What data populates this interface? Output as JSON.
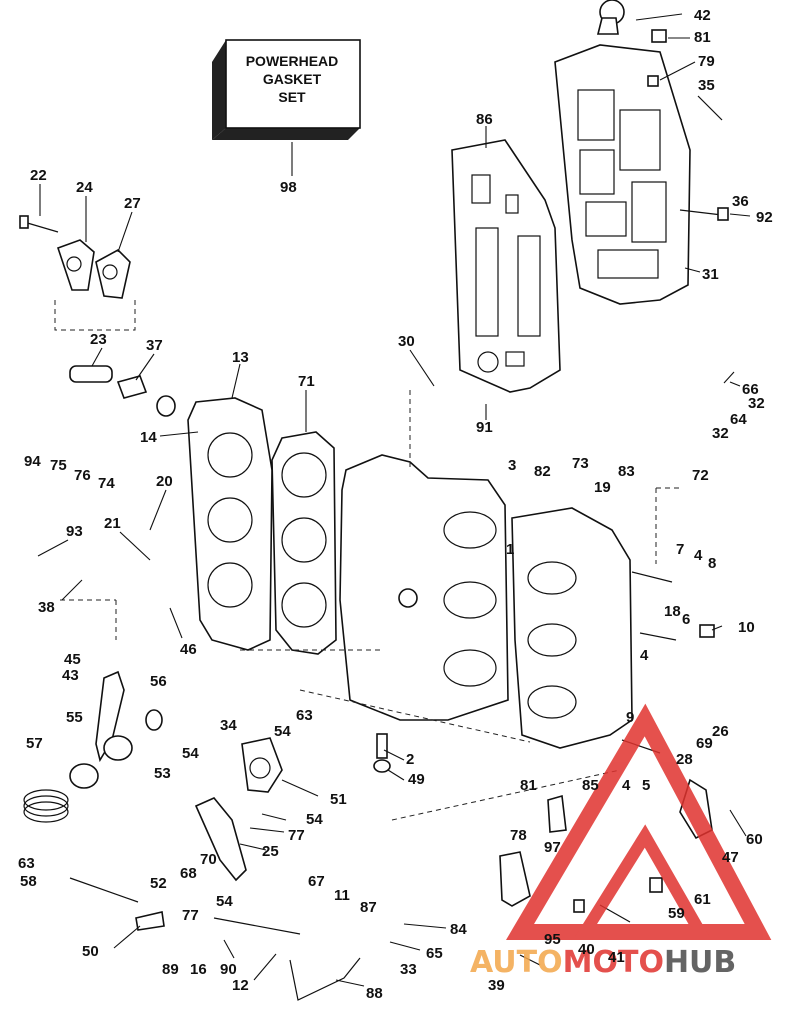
{
  "gasket_set_label": [
    "POWERHEAD",
    "GASKET",
    "SET"
  ],
  "callouts": [
    {
      "id": "c42",
      "text": "42"
    },
    {
      "id": "c81a",
      "text": "81"
    },
    {
      "id": "c79",
      "text": "79"
    },
    {
      "id": "c35",
      "text": "35"
    },
    {
      "id": "c86",
      "text": "86"
    },
    {
      "id": "c36",
      "text": "36"
    },
    {
      "id": "c92",
      "text": "92"
    },
    {
      "id": "c31",
      "text": "31"
    },
    {
      "id": "c98",
      "text": "98"
    },
    {
      "id": "c22",
      "text": "22"
    },
    {
      "id": "c24",
      "text": "24"
    },
    {
      "id": "c27",
      "text": "27"
    },
    {
      "id": "c23",
      "text": "23"
    },
    {
      "id": "c37",
      "text": "37"
    },
    {
      "id": "c13",
      "text": "13"
    },
    {
      "id": "c71",
      "text": "71"
    },
    {
      "id": "c30",
      "text": "30"
    },
    {
      "id": "c66",
      "text": "66"
    },
    {
      "id": "c32a",
      "text": "32"
    },
    {
      "id": "c64",
      "text": "64"
    },
    {
      "id": "c32b",
      "text": "32"
    },
    {
      "id": "c14",
      "text": "14"
    },
    {
      "id": "c94",
      "text": "94"
    },
    {
      "id": "c75",
      "text": "75"
    },
    {
      "id": "c76",
      "text": "76"
    },
    {
      "id": "c74",
      "text": "74"
    },
    {
      "id": "c91",
      "text": "91"
    },
    {
      "id": "c3",
      "text": "3"
    },
    {
      "id": "c82",
      "text": "82"
    },
    {
      "id": "c73",
      "text": "73"
    },
    {
      "id": "c83",
      "text": "83"
    },
    {
      "id": "c19",
      "text": "19"
    },
    {
      "id": "c72",
      "text": "72"
    },
    {
      "id": "c20",
      "text": "20"
    },
    {
      "id": "c1",
      "text": "1"
    },
    {
      "id": "c93",
      "text": "93"
    },
    {
      "id": "c21",
      "text": "21"
    },
    {
      "id": "c7",
      "text": "7"
    },
    {
      "id": "c4a",
      "text": "4"
    },
    {
      "id": "c8",
      "text": "8"
    },
    {
      "id": "c38",
      "text": "38"
    },
    {
      "id": "c18",
      "text": "18"
    },
    {
      "id": "c6",
      "text": "6"
    },
    {
      "id": "c10",
      "text": "10"
    },
    {
      "id": "c46",
      "text": "46"
    },
    {
      "id": "c4b",
      "text": "4"
    },
    {
      "id": "c45",
      "text": "45"
    },
    {
      "id": "c43",
      "text": "43"
    },
    {
      "id": "c56",
      "text": "56"
    },
    {
      "id": "c63a",
      "text": "63"
    },
    {
      "id": "c54a",
      "text": "54"
    },
    {
      "id": "c34",
      "text": "34"
    },
    {
      "id": "c26",
      "text": "26"
    },
    {
      "id": "c9",
      "text": "9"
    },
    {
      "id": "c69",
      "text": "69"
    },
    {
      "id": "c55",
      "text": "55"
    },
    {
      "id": "c57",
      "text": "57"
    },
    {
      "id": "c54b",
      "text": "54"
    },
    {
      "id": "c53",
      "text": "53"
    },
    {
      "id": "c2",
      "text": "2"
    },
    {
      "id": "c28",
      "text": "28"
    },
    {
      "id": "c49",
      "text": "49"
    },
    {
      "id": "c85",
      "text": "85"
    },
    {
      "id": "c4c",
      "text": "4"
    },
    {
      "id": "c5",
      "text": "5"
    },
    {
      "id": "c51",
      "text": "51"
    },
    {
      "id": "c54c",
      "text": "54"
    },
    {
      "id": "c77a",
      "text": "77"
    },
    {
      "id": "c81b",
      "text": "81"
    },
    {
      "id": "c60",
      "text": "60"
    },
    {
      "id": "c25",
      "text": "25"
    },
    {
      "id": "c78",
      "text": "78"
    },
    {
      "id": "c97",
      "text": "97"
    },
    {
      "id": "c47",
      "text": "47"
    },
    {
      "id": "c63b",
      "text": "63"
    },
    {
      "id": "c70",
      "text": "70"
    },
    {
      "id": "c58",
      "text": "58"
    },
    {
      "id": "c68",
      "text": "68"
    },
    {
      "id": "c52",
      "text": "52"
    },
    {
      "id": "c67",
      "text": "67"
    },
    {
      "id": "c54d",
      "text": "54"
    },
    {
      "id": "c11",
      "text": "11"
    },
    {
      "id": "c77b",
      "text": "77"
    },
    {
      "id": "c61",
      "text": "61"
    },
    {
      "id": "c87",
      "text": "87"
    },
    {
      "id": "c59",
      "text": "59"
    },
    {
      "id": "c84",
      "text": "84"
    },
    {
      "id": "c50",
      "text": "50"
    },
    {
      "id": "c95",
      "text": "95"
    },
    {
      "id": "c65",
      "text": "65"
    },
    {
      "id": "c40",
      "text": "40"
    },
    {
      "id": "c41",
      "text": "41"
    },
    {
      "id": "c89",
      "text": "89"
    },
    {
      "id": "c16",
      "text": "16"
    },
    {
      "id": "c90",
      "text": "90"
    },
    {
      "id": "c33",
      "text": "33"
    },
    {
      "id": "c12",
      "text": "12"
    },
    {
      "id": "c39",
      "text": "39"
    },
    {
      "id": "c88",
      "text": "88"
    }
  ],
  "watermark": {
    "part1": "AUTO",
    "part2": "MOTO",
    "part3": "HUB"
  },
  "colors": {
    "watermark_red": "#e0322e",
    "watermark_orange": "#f3a64a",
    "watermark_gray": "#4a4a4a"
  }
}
